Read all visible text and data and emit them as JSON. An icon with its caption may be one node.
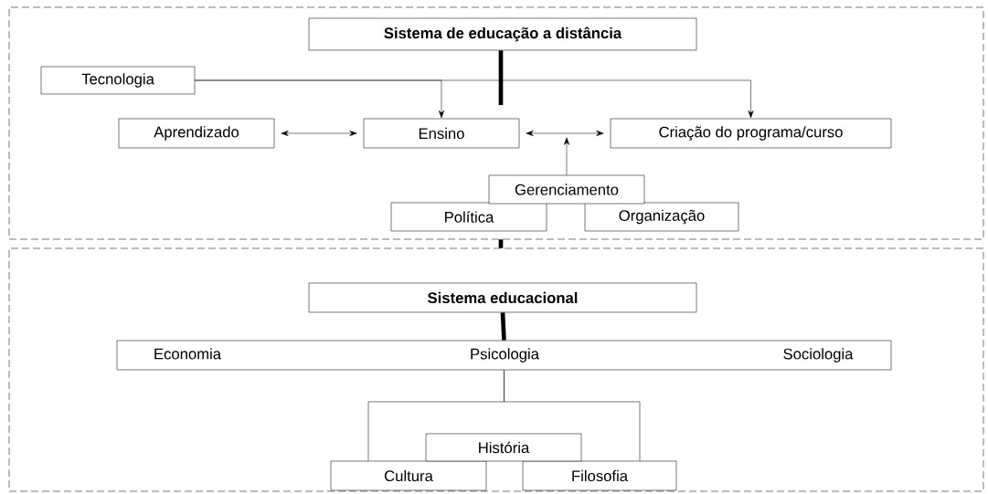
{
  "diagram": {
    "nodes": [
      {
        "text": [],
        "shape": "box"
      },
      {
        "text": [
          "Sistema de educação a distância"
        ],
        "in": 0
      },
      {
        "text": [
          "Tecnologia"
        ],
        "in": 0
      },
      {
        "text": [
          "Aprendizado"
        ],
        "in": 0
      },
      {
        "text": [
          "Ensino"
        ],
        "in": 0
      },
      {
        "text": [
          "Criação do programa/curso"
        ],
        "in": 0
      },
      {
        "text": [
          "Gerenciamento"
        ],
        "in": 0
      },
      {
        "text": [
          "Política"
        ],
        "in": 0
      },
      {
        "text": [
          "Organização"
        ],
        "in": 0
      },
      {
        "text": [],
        "shape": "box"
      },
      {
        "text": [
          "Sistema educacional"
        ],
        "in": 9
      },
      {
        "text": [
          "Economia",
          "Psicologia",
          "Sociologia"
        ],
        "in": 9
      },
      {
        "text": [
          "História"
        ],
        "in": 9
      },
      {
        "text": [
          "Cultura"
        ],
        "in": 9
      },
      {
        "text": [
          "Filosofia"
        ],
        "in": 9
      }
    ],
    "edges": [
      {
        "from": 1,
        "to": null,
        "arrow": "none",
        "style": "thick"
      },
      {
        "from": 2,
        "to": 4,
        "arrow": "to"
      },
      {
        "from": 2,
        "to": 5,
        "arrow": "to"
      },
      {
        "from": 3,
        "to": 4,
        "arrow": "both"
      },
      {
        "from": 4,
        "to": 5,
        "arrow": "both"
      },
      {
        "from": 6,
        "to": null,
        "arrow": "to"
      },
      {
        "from": 0,
        "to": 9,
        "arrow": "none",
        "style": "thick"
      },
      {
        "from": 10,
        "to": 11,
        "arrow": "none",
        "style": "thick"
      },
      {
        "from": 11,
        "to": 13,
        "arrow": "none"
      },
      {
        "from": 11,
        "to": 14,
        "arrow": "none"
      }
    ]
  }
}
